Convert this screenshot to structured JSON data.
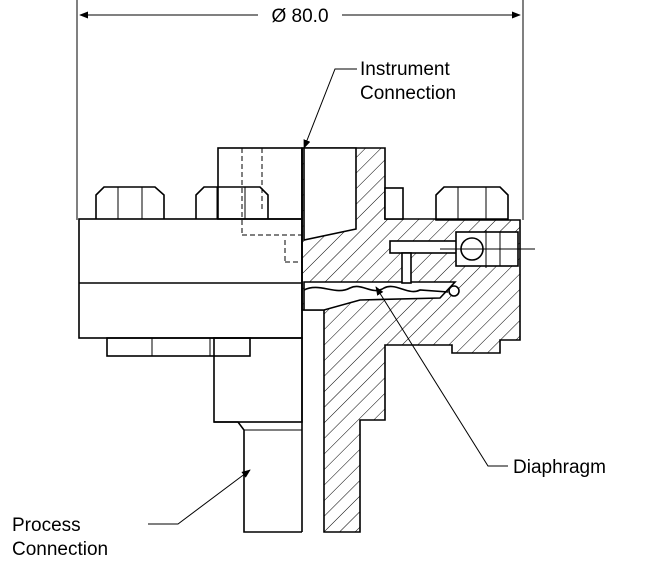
{
  "dimension": {
    "label": "Ø 80.0"
  },
  "labels": {
    "instrument_line1": "Instrument",
    "instrument_line2": "Connection",
    "diaphragm": "Diaphragm",
    "process_line1": "Process",
    "process_line2": "Connection"
  }
}
